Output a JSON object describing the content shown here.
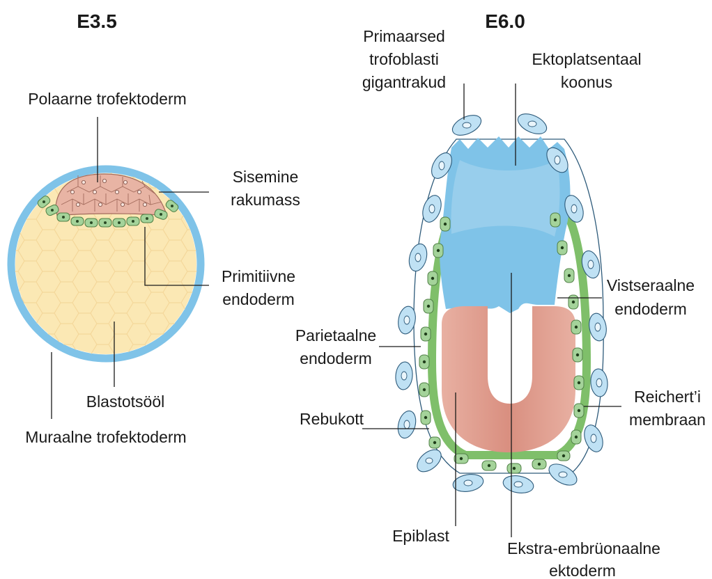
{
  "panels": [
    {
      "title": "E3.5",
      "labels": {
        "polar_trophectoderm": "Polaarne trofektoderm",
        "icm_line1": "Sisemine",
        "icm_line2": "rakumass",
        "primitive_endoderm_line1": "Primitiivne",
        "primitive_endoderm_line2": "endoderm",
        "blastocoel": "Blastotsööl",
        "mural_trophectoderm": "Muraalne trofektoderm"
      }
    },
    {
      "title": "E6.0",
      "labels": {
        "giant_cells_line1": "Primaarsed",
        "giant_cells_line2": "trofoblasti",
        "giant_cells_line3": "gigantrakud",
        "ectoplacental_cone_line1": "Ektoplatsentaal",
        "ectoplacental_cone_line2": "koonus",
        "visceral_endoderm_line1": "Vistseraalne",
        "visceral_endoderm_line2": "endoderm",
        "parietal_endoderm_line1": "Parietaalne",
        "parietal_endoderm_line2": "endoderm",
        "reicherts_membrane_line1": "Reichert’i",
        "reicherts_membrane_line2": "membraan",
        "yolk_sac": "Rebukott",
        "epiblast": "Epiblast",
        "extraembryonic_ectoderm_line1": "Ekstra-embrüonaalne",
        "extraembryonic_ectoderm_line2": "ektoderm"
      }
    }
  ],
  "colors": {
    "trophectoderm_blue": "#7fc3e8",
    "trophoblast_blue": "#bfe1f4",
    "icm_pink": "#e8b4a4",
    "endoderm_green": "#a4d39a",
    "blastocoel_cream": "#fbe8b4",
    "epiblast_pink": "#e1a294",
    "reichert_green": "#7fbf6a"
  }
}
